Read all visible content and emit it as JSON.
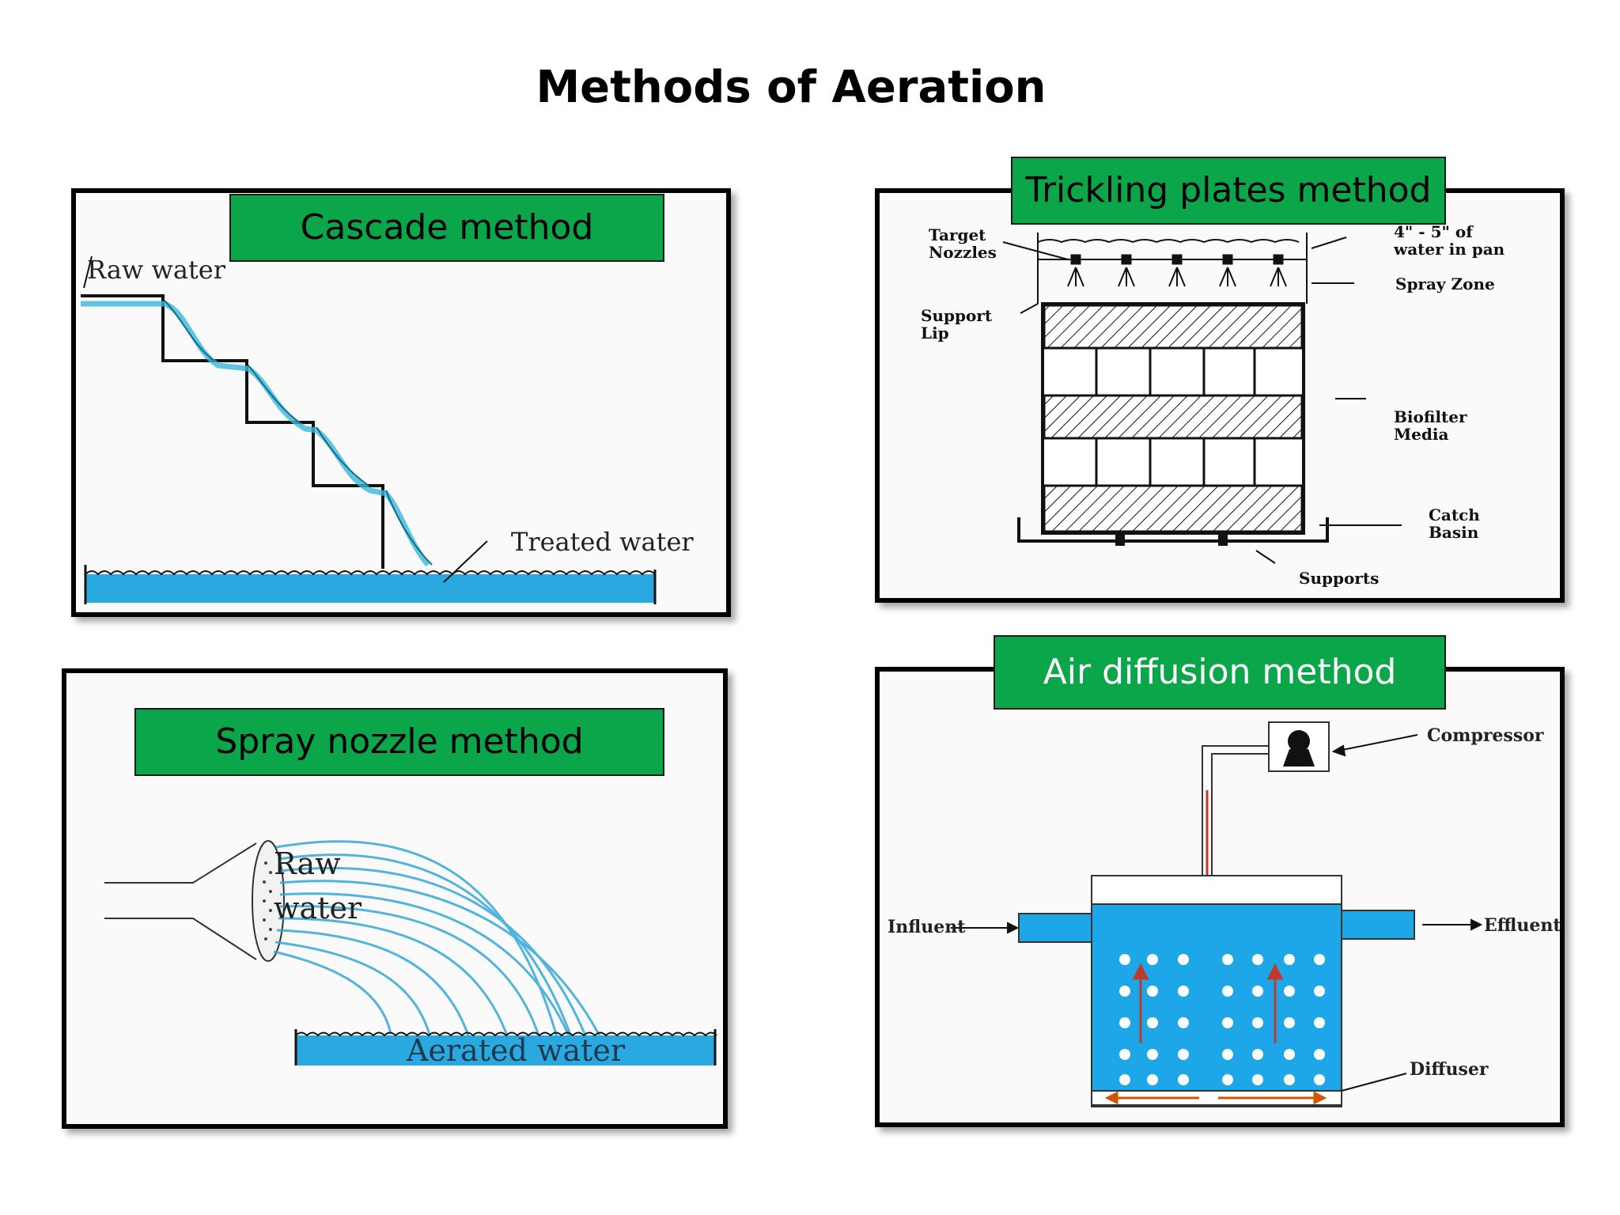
{
  "title": "Methods of Aeration",
  "panels": {
    "cascade": {
      "label": "Cascade method",
      "raw_water": "Raw water",
      "treated_water": "Treated water"
    },
    "trickling": {
      "label": "Trickling plates method",
      "target_nozzles_1": "Target",
      "target_nozzles_2": "Nozzles",
      "water_in_pan_1": "4\" - 5\" of",
      "water_in_pan_2": "water in pan",
      "spray_zone": "Spray Zone",
      "support_lip_1": "Support",
      "support_lip_2": "Lip",
      "biofilter_1": "Biofilter",
      "biofilter_2": "Media",
      "catch_basin_1": "Catch",
      "catch_basin_2": "Basin",
      "supports": "Supports"
    },
    "spray": {
      "label": "Spray nozzle method",
      "raw_1": "Raw",
      "raw_2": "water",
      "aerated_water": "Aerated water"
    },
    "diffusion": {
      "label": "Air diffusion method",
      "compressor": "Compressor",
      "influent": "Influent",
      "effluent": "Effluent",
      "diffuser": "Diffuser"
    }
  },
  "colors": {
    "label_green": "#0ca64a",
    "water_blue": "#2aa9e0",
    "tank_blue": "#1ea7e8",
    "arrow_red": "#c0392b"
  }
}
